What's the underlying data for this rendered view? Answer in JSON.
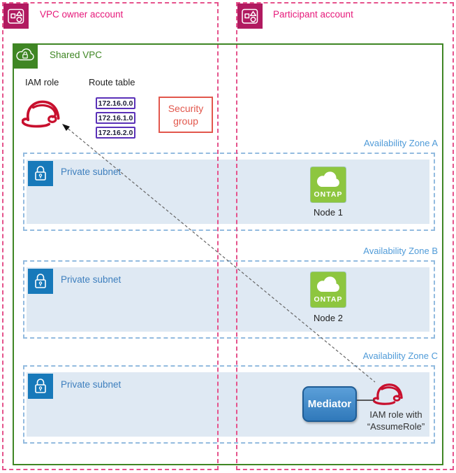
{
  "accounts": {
    "owner_label": "VPC owner account",
    "participant_label": "Participant account"
  },
  "shared_vpc": {
    "label": "Shared VPC"
  },
  "iam_role": {
    "label": "IAM role"
  },
  "route_table": {
    "label": "Route table",
    "entries": [
      "172.16.0.0",
      "172.16.1.0",
      "172.16.2.0"
    ]
  },
  "security_group": {
    "label": "Security group"
  },
  "zones": [
    {
      "label": "Availability Zone A",
      "subnet_label": "Private subnet",
      "ontap_label": "ONTAP",
      "node_label": "Node 1"
    },
    {
      "label": "Availability Zone B",
      "subnet_label": "Private subnet",
      "ontap_label": "ONTAP",
      "node_label": "Node 2"
    },
    {
      "label": "Availability Zone C",
      "subnet_label": "Private subnet"
    }
  ],
  "mediator": {
    "label": "Mediator",
    "iam_role_line1": "IAM role with",
    "iam_role_line2": "“AssumeRole”"
  },
  "colors": {
    "account_dash_pink": "#e5538c",
    "account_icon_magenta": "#b11a60",
    "account_text_pink": "#e6197a",
    "vpc_green": "#3f8624",
    "az_label_blue": "#509bd8",
    "az_dash_blue": "#93bbdf",
    "subnet_fill": "#dfe9f3",
    "subnet_text_blue": "#3e7fbe",
    "lock_icon_blue": "#1779ba",
    "ontap_green": "#8dc63f",
    "route_purple": "#5a31b8",
    "security_red": "#e2574c",
    "iam_hat_red": "#c8102e",
    "mediator_blue": "#3079ba"
  }
}
